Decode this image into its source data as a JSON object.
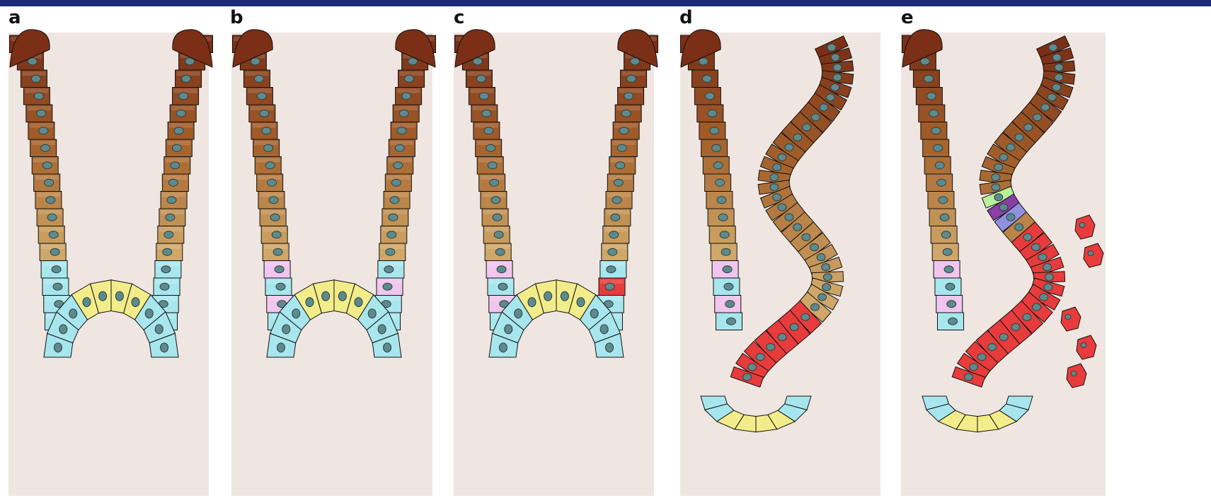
{
  "figure": {
    "panels": [
      {
        "label": "a",
        "mutation": "none"
      },
      {
        "label": "b",
        "mutation": "none"
      },
      {
        "label": "c",
        "mutation": "single-cell"
      },
      {
        "label": "d",
        "mutation": "expanded"
      },
      {
        "label": "e",
        "mutation": "invasive"
      }
    ],
    "colors": {
      "background": "#efe6e1",
      "header_bar": "#1e2a78",
      "villus_top": "#7a2f16",
      "villus_mid": "#a7642d",
      "villus_low": "#d0a768",
      "transit_cyan": "#a8e6ee",
      "stem_yellow": "#f3ec8a",
      "paneth_pink": "#f0c5ee",
      "mutant_red": "#e83b3b",
      "green_cell": "#b9f09a",
      "purple_cell": "#8a3fa5",
      "violet_cell": "#9090e0",
      "nucleus": "#5f8a8c"
    }
  }
}
